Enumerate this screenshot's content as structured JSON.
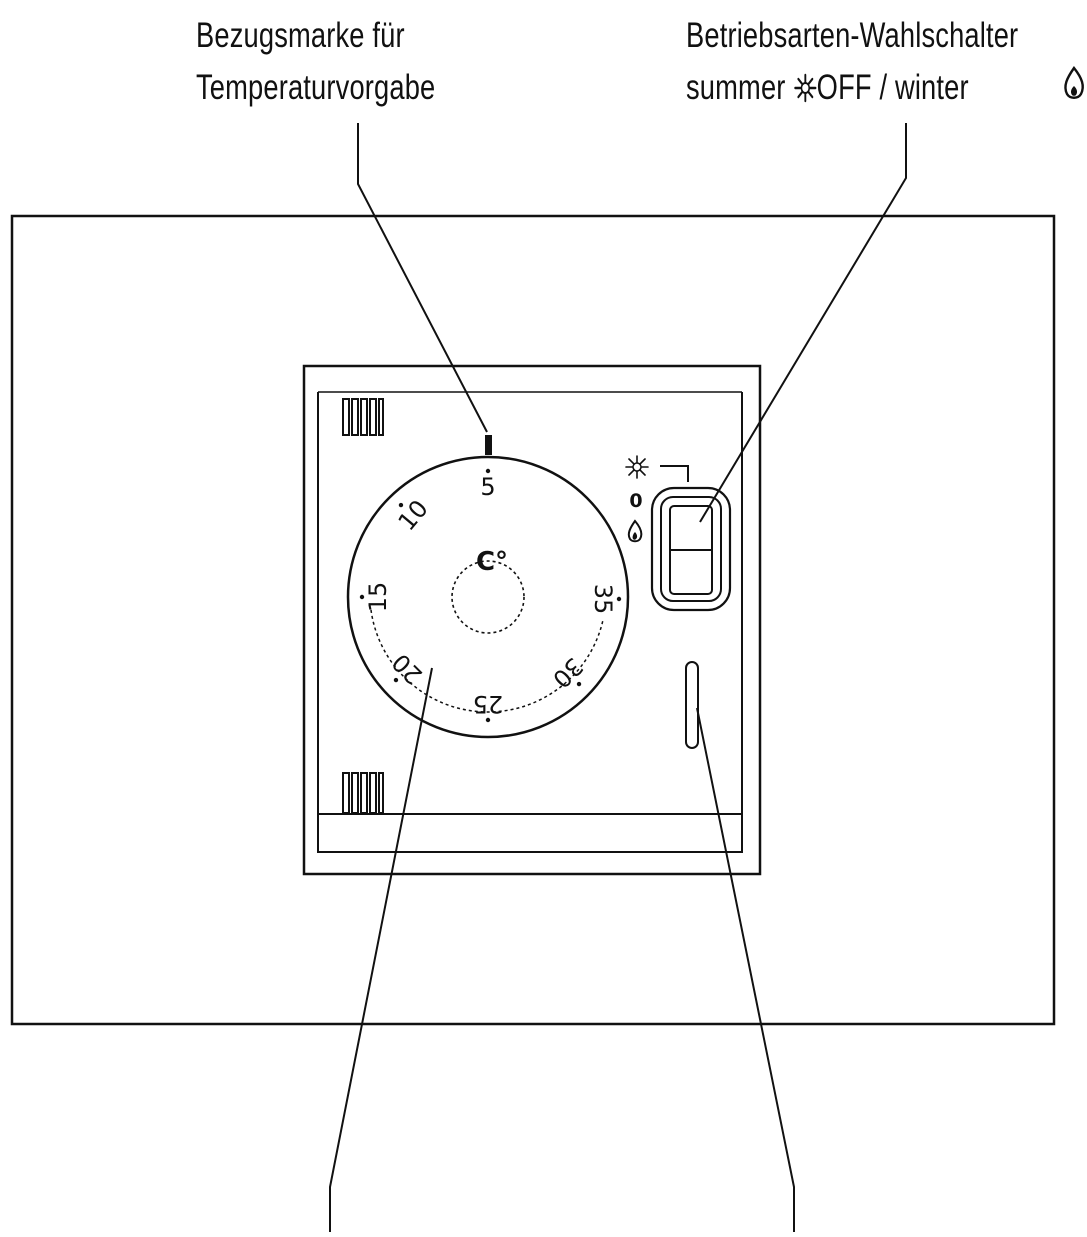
{
  "labels": {
    "reference_mark": {
      "line1": "Bezugsmarke für",
      "line2": "Temperaturvorgabe"
    },
    "mode_selector": {
      "line1": "Betriebsarten-Wahlschalter",
      "line2_prefix": "summer ",
      "line2_suffix": "OFF / winter"
    }
  },
  "dial": {
    "unit": "C°",
    "scale": [
      "5",
      "10",
      "15",
      "20",
      "25",
      "30",
      "35"
    ]
  },
  "switch": {
    "positions": [
      "0"
    ]
  },
  "icons": {
    "summer": "snowflake-sun-icon",
    "winter": "flame-icon"
  },
  "colors": {
    "line": "#111111",
    "background": "#ffffff"
  }
}
